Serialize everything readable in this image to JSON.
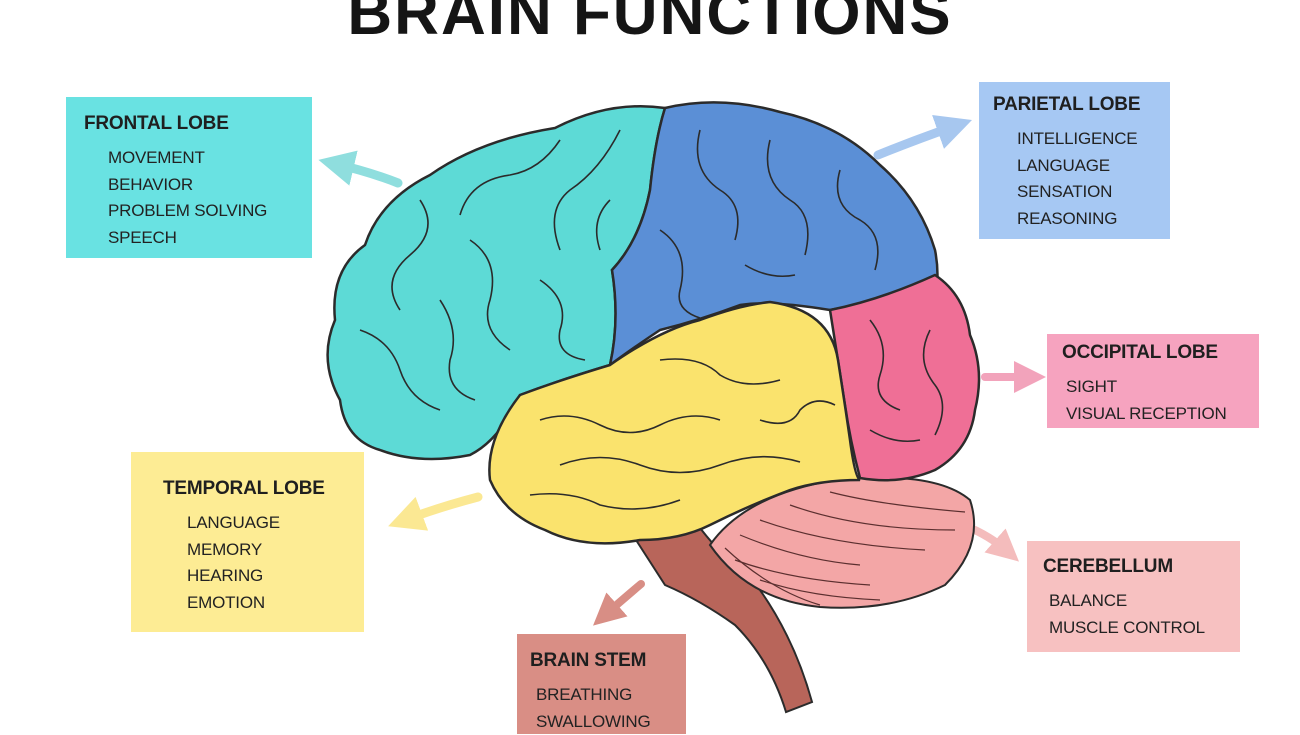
{
  "title": "BRAIN FUNCTIONS",
  "colors": {
    "frontal": "#5ddad6",
    "parietal": "#5b8fd6",
    "occipital": "#ef6f96",
    "temporal": "#fae36d",
    "cerebellum": "#f3a6a6",
    "brain_stem": "#b8655a"
  },
  "regions": {
    "frontal": {
      "name": "FRONTAL LOBE",
      "items": [
        "MOVEMENT",
        "BEHAVIOR",
        "PROBLEM SOLVING",
        "SPEECH"
      ]
    },
    "parietal": {
      "name": "PARIETAL LOBE",
      "items": [
        "INTELLIGENCE",
        "LANGUAGE",
        "SENSATION",
        "REASONING"
      ]
    },
    "occipital": {
      "name": "OCCIPITAL LOBE",
      "items": [
        "SIGHT",
        "VISUAL RECEPTION"
      ]
    },
    "temporal": {
      "name": "TEMPORAL LOBE",
      "items": [
        "LANGUAGE",
        "MEMORY",
        "HEARING",
        "EMOTION"
      ]
    },
    "cerebellum": {
      "name": "CEREBELLUM",
      "items": [
        "BALANCE",
        "MUSCLE CONTROL"
      ]
    },
    "brain_stem": {
      "name": "BRAIN STEM",
      "items": [
        "BREATHING",
        "SWALLOWING"
      ]
    }
  }
}
